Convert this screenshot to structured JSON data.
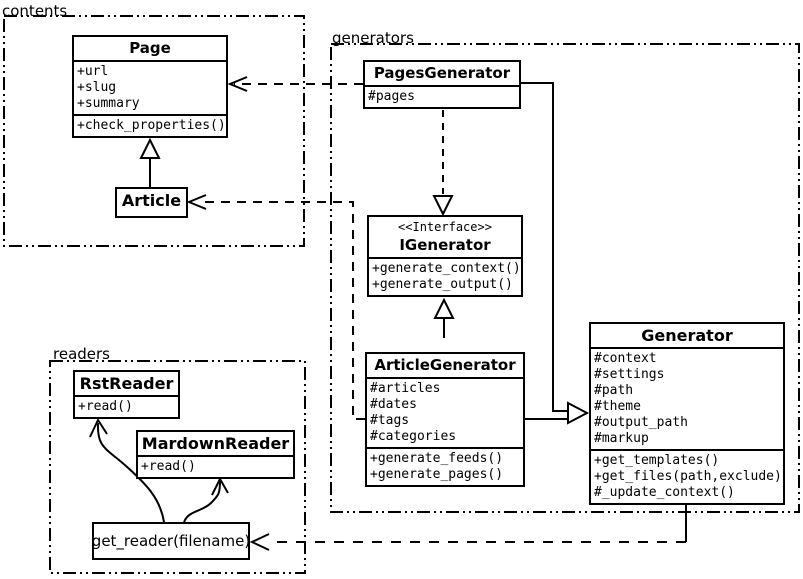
{
  "packages": {
    "contents": {
      "label": "contents"
    },
    "generators": {
      "label": "generators"
    },
    "readers": {
      "label": "readers"
    }
  },
  "classes": {
    "page": {
      "name": "Page",
      "attributes": [
        "+url",
        "+slug",
        "+summary"
      ],
      "methods": [
        "+check_properties()"
      ]
    },
    "article": {
      "name": "Article"
    },
    "pages_generator": {
      "name": "PagesGenerator",
      "attributes": [
        "#pages"
      ]
    },
    "igenerator": {
      "stereotype": "<<Interface>>",
      "name": "IGenerator",
      "methods": [
        "+generate_context()",
        "+generate_output()"
      ]
    },
    "article_generator": {
      "name": "ArticleGenerator",
      "attributes": [
        "#articles",
        "#dates",
        "#tags",
        "#categories"
      ],
      "methods": [
        "+generate_feeds()",
        "+generate_pages()"
      ]
    },
    "generator": {
      "name": "Generator",
      "attributes": [
        "#context",
        "#settings",
        "#path",
        "#theme",
        "#output_path",
        "#markup"
      ],
      "methods": [
        "+get_templates()",
        "+get_files(path,exclude)",
        "#_update_context()"
      ]
    },
    "rst_reader": {
      "name": "RstReader",
      "methods": [
        "+read()"
      ]
    },
    "markdown_reader": {
      "name": "MardownReader",
      "methods": [
        "+read()"
      ]
    },
    "get_reader": {
      "name": "get_reader(filename)"
    }
  },
  "relationships": [
    {
      "from": "Article",
      "to": "Page",
      "type": "generalization"
    },
    {
      "from": "PagesGenerator",
      "to": "Page",
      "type": "dependency"
    },
    {
      "from": "ArticleGenerator",
      "to": "Article",
      "type": "dependency"
    },
    {
      "from": "PagesGenerator",
      "to": "IGenerator",
      "type": "realization"
    },
    {
      "from": "ArticleGenerator",
      "to": "IGenerator",
      "type": "generalization"
    },
    {
      "from": "PagesGenerator",
      "to": "Generator",
      "type": "generalization"
    },
    {
      "from": "ArticleGenerator",
      "to": "Generator",
      "type": "generalization"
    },
    {
      "from": "Generator",
      "to": "get_reader(filename)",
      "type": "dependency"
    },
    {
      "from": "get_reader(filename)",
      "to": "RstReader",
      "type": "association"
    },
    {
      "from": "get_reader(filename)",
      "to": "MardownReader",
      "type": "association"
    }
  ],
  "colors": {
    "line": "#000000",
    "background": "#ffffff",
    "box_fill": "#ffffff"
  }
}
